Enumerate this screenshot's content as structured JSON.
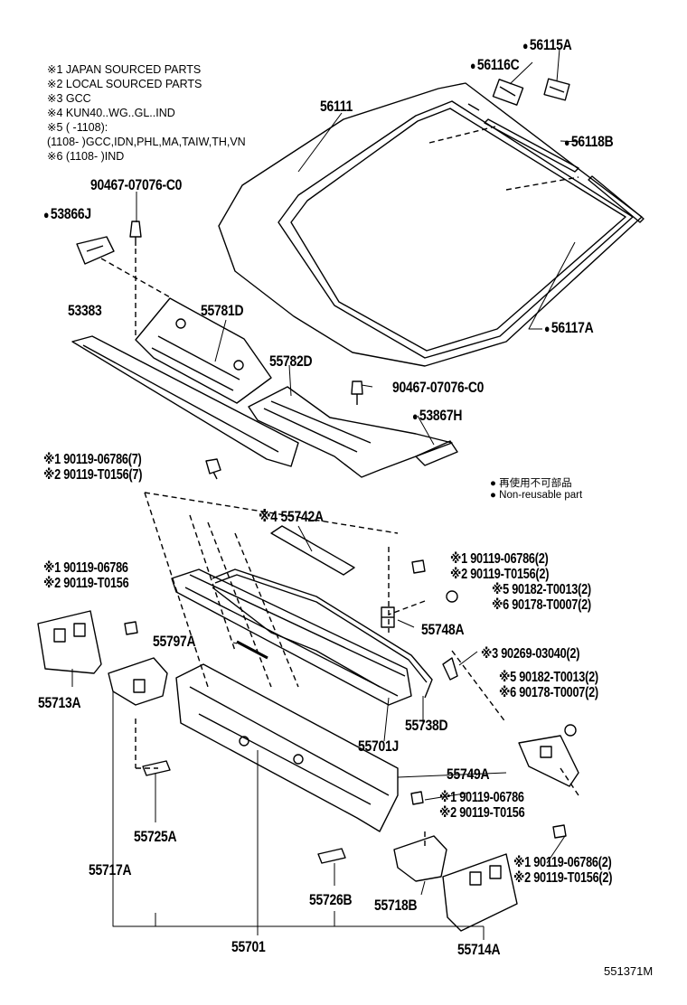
{
  "notes": [
    "※1 JAPAN SOURCED PARTS",
    "※2 LOCAL SOURCED PARTS",
    "※3 GCC",
    "※4 KUN40..WG..GL..IND",
    "※5 (      -1108):",
    "    (1108-       )GCC,IDN,PHL,MA,TAIW,TH,VN",
    "※6 (1108-       )IND"
  ],
  "legend": {
    "jp": "● 再使用不可部品",
    "en": "● Non-reusable part"
  },
  "labels": {
    "p56115A": "56115A",
    "p56116C": "56116C",
    "p56111": "56111",
    "p56118B": "56118B",
    "p56117A": "56117A",
    "p90467a": "90467-07076-C0",
    "p53866J": "53866J",
    "p53383": "53383",
    "p55781D": "55781D",
    "p55782D": "55782D",
    "p90467b": "90467-07076-C0",
    "p53867H": "53867H",
    "p90119_1a": "※1 90119-06786(7)",
    "p90119_2a": "※2 90119-T0156(7)",
    "p55742A": "※4 55742A",
    "p90119_1b": "※1 90119-06786(2)",
    "p90119_2b": "※2 90119-T0156(2)",
    "p90182a": "※5 90182-T0013(2)",
    "p90178a": "※6 90178-T0007(2)",
    "p90119_1c": "※1 90119-06786",
    "p90119_2c": "※2 90119-T0156",
    "p55748A": "55748A",
    "p90269": "※3 90269-03040(2)",
    "p90182b": "※5 90182-T0013(2)",
    "p90178b": "※6 90178-T0007(2)",
    "p55797A": "55797A",
    "p55713A": "55713A",
    "p55738D": "55738D",
    "p55701J": "55701J",
    "p55749A": "55749A",
    "p90119_1d": "※1 90119-06786",
    "p90119_2d": "※2 90119-T0156",
    "p55725A": "55725A",
    "p55717A": "55717A",
    "p90119_1e": "※1 90119-06786(2)",
    "p90119_2e": "※2 90119-T0156(2)",
    "p55726B": "55726B",
    "p55718B": "55718B",
    "p55701": "55701",
    "p55714A": "55714A"
  },
  "catalog_number": "551371M"
}
